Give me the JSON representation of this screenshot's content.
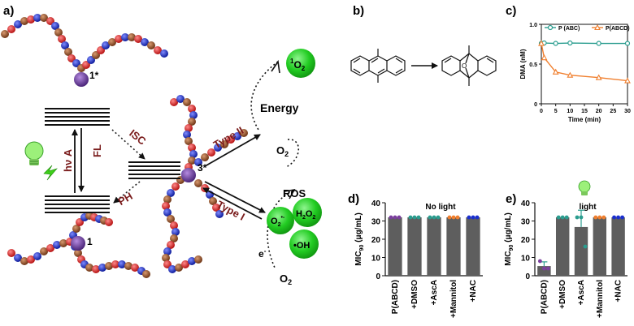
{
  "panel_labels": {
    "a": "a)",
    "b": "b)",
    "c": "c)",
    "d": "d)",
    "e": "e)"
  },
  "diagram_a": {
    "state_s1": "1*",
    "state_t1": "3*",
    "state_s0": "1",
    "isc": "ISC",
    "fl": "FL",
    "hv": "hν A",
    "ph": "PH",
    "type2": "Type II",
    "type1": "Type I",
    "energy": "Energy",
    "o2_top": "O",
    "o2_top_sub": "2",
    "o2_bottom": "O",
    "o2_bottom_sub": "2",
    "singlet_o2_sup": "1",
    "singlet_o2": "O",
    "singlet_o2_sub": "2",
    "ros": "ROS",
    "h2o2": "H",
    "h2o2_sub1": "2",
    "h2o2_mid": "O",
    "h2o2_sub2": "2",
    "superoxide": "O",
    "superoxide_sub": "2",
    "superoxide_sup": "•-",
    "hydroxyl": "•OH",
    "electron": "e",
    "electron_sup": "-"
  },
  "colors": {
    "bead_red": "#e8262a",
    "bead_blue": "#1a2fd0",
    "bead_brown": "#a0562c",
    "sphere_green": "#22cc22",
    "sensitizer_purple": "#6a3d9a",
    "arrow_dark_red": "#7a1c1c",
    "line_teal": "#2a9d8f",
    "line_orange": "#f07f2e",
    "bar_gray": "#5e5e5e"
  },
  "chart_data": [
    {
      "type": "line",
      "panel": "c",
      "xlabel": "Time (min)",
      "ylabel": "DMA (nM)",
      "xlim": [
        0,
        30
      ],
      "ylim": [
        0,
        1.0
      ],
      "xticks": [
        "0",
        "5",
        "10",
        "15",
        "20",
        "25",
        "30"
      ],
      "yticks": [
        "0",
        "0.5",
        "1.0"
      ],
      "legend_position": "top",
      "series": [
        {
          "name": "P (ABC)",
          "color": "#2a9d8f",
          "marker": "circle",
          "x": [
            0,
            1,
            5,
            10,
            20,
            30
          ],
          "y": [
            0.76,
            0.765,
            0.76,
            0.765,
            0.76,
            0.76
          ]
        },
        {
          "name": "P(ABCD)",
          "color": "#f07f2e",
          "marker": "triangle",
          "x": [
            0,
            1,
            5,
            10,
            20,
            30
          ],
          "y": [
            0.76,
            0.58,
            0.4,
            0.36,
            0.33,
            0.29
          ]
        }
      ]
    },
    {
      "type": "bar",
      "panel": "d",
      "annotation": "No light",
      "ylabel": "MIC",
      "ylabel_sub": "90",
      "ylabel_unit": " (μg/mL)",
      "ylim": [
        0,
        40
      ],
      "yticks": [
        "0",
        "10",
        "20",
        "30",
        "40"
      ],
      "categories": [
        "P(ABCD)",
        "+DMSO",
        "+AscA",
        "+Mannitol",
        "+NAC"
      ],
      "values": [
        32,
        32,
        32,
        32,
        32
      ],
      "point_colors": [
        "#7b3f9e",
        "#2a9d8f",
        "#2a9d8f",
        "#f07f2e",
        "#1a2fd0"
      ],
      "points": [
        [
          32,
          32,
          32
        ],
        [
          32,
          32,
          32
        ],
        [
          32,
          32,
          32
        ],
        [
          32,
          32,
          32
        ],
        [
          32,
          32,
          32
        ]
      ],
      "errors": [
        0,
        0,
        0,
        0,
        0
      ]
    },
    {
      "type": "bar",
      "panel": "e",
      "annotation": "light",
      "ylabel": "MIC",
      "ylabel_sub": "90",
      "ylabel_unit": " (μg/mL)",
      "ylim": [
        0,
        40
      ],
      "yticks": [
        "0",
        "10",
        "20",
        "30",
        "40"
      ],
      "categories": [
        "P(ABCD)",
        "+DMSO",
        "+AscA",
        "+Mannitol",
        "+NAC"
      ],
      "values": [
        5.3,
        32,
        26.7,
        32,
        32
      ],
      "point_colors": [
        "#7b3f9e",
        "#2a9d8f",
        "#2a9d8f",
        "#f07f2e",
        "#1a2fd0"
      ],
      "points": [
        [
          8,
          4,
          4
        ],
        [
          32,
          32,
          32
        ],
        [
          32,
          32,
          16
        ],
        [
          32,
          32,
          32
        ],
        [
          32,
          32,
          32
        ]
      ],
      "errors": [
        2.3,
        0,
        9.2,
        0,
        0
      ]
    }
  ]
}
